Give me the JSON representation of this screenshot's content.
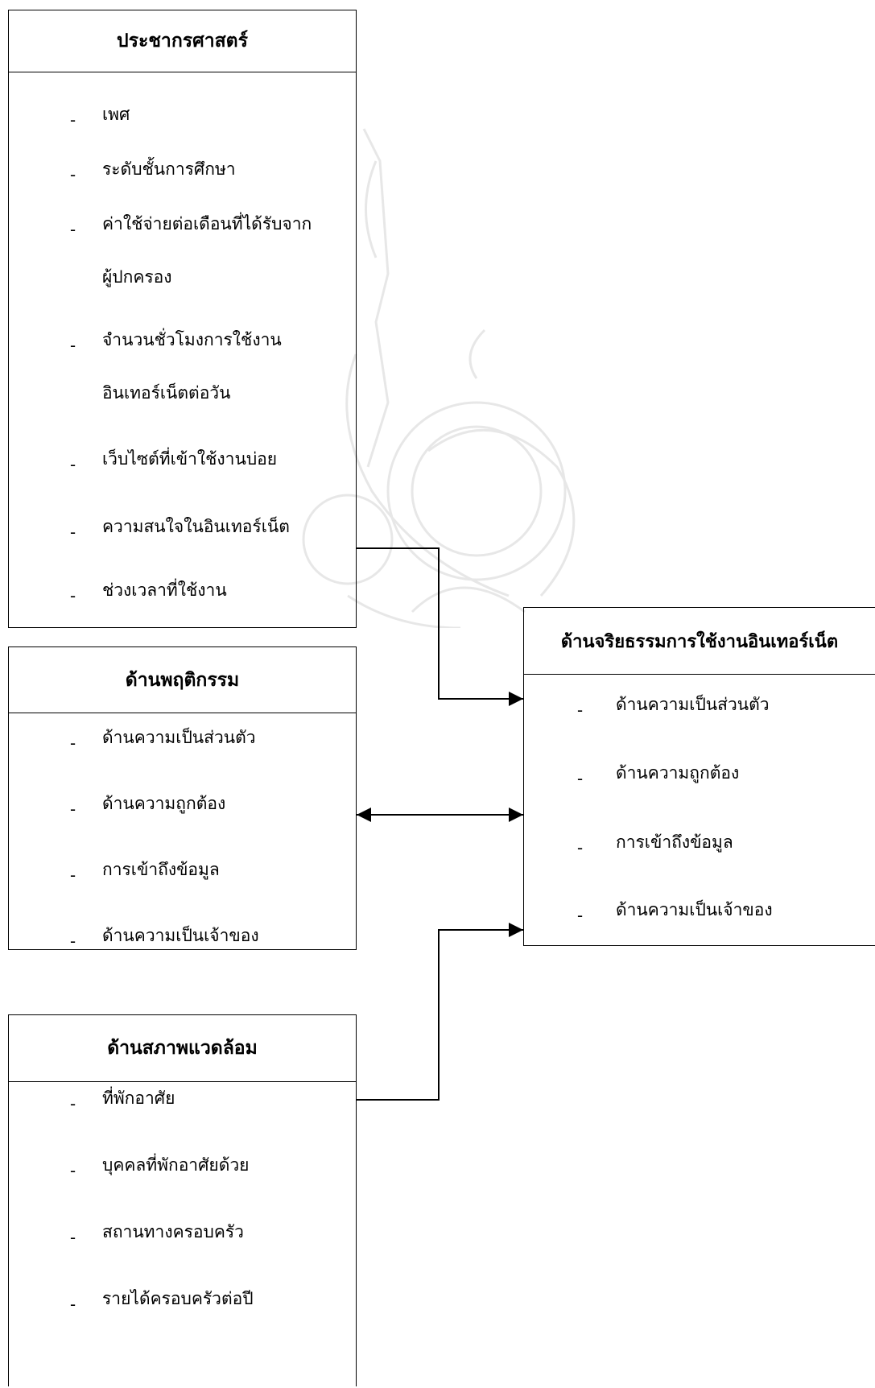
{
  "boxes": {
    "demographics": {
      "title": "ประชากรศาสตร์",
      "items": [
        "เพศ",
        "ระดับชั้นการศึกษา",
        "ค่าใช้จ่ายต่อเดือนที่ได้รับจาก",
        "ผู้ปกครอง",
        "จำนวนชั่วโมงการใช้งาน",
        "อินเทอร์เน็ตต่อวัน",
        "เว็บไซต์ที่เข้าใช้งานบ่อย",
        "ความสนใจในอินเทอร์เน็ต",
        "ช่วงเวลาที่ใช้งาน"
      ]
    },
    "behavior": {
      "title": "ด้านพฤติกรรม",
      "items": [
        "ด้านความเป็นส่วนตัว",
        "ด้านความถูกต้อง",
        "การเข้าถึงข้อมูล",
        "ด้านความเป็นเจ้าของ"
      ]
    },
    "environment": {
      "title": "ด้านสภาพแวดล้อม",
      "items": [
        "ที่พักอาศัย",
        "บุคคลที่พักอาศัยด้วย",
        "สถานทางครอบครัว",
        "รายได้ครอบครัวต่อปี"
      ]
    },
    "ethics": {
      "title": "ด้านจริยธรรมการใช้งานอินเทอร์เน็ต",
      "items": [
        "ด้านความเป็นส่วนตัว",
        "ด้านความถูกต้อง",
        "การเข้าถึงข้อมูล",
        "ด้านความเป็นเจ้าของ"
      ]
    }
  },
  "dash": "-"
}
